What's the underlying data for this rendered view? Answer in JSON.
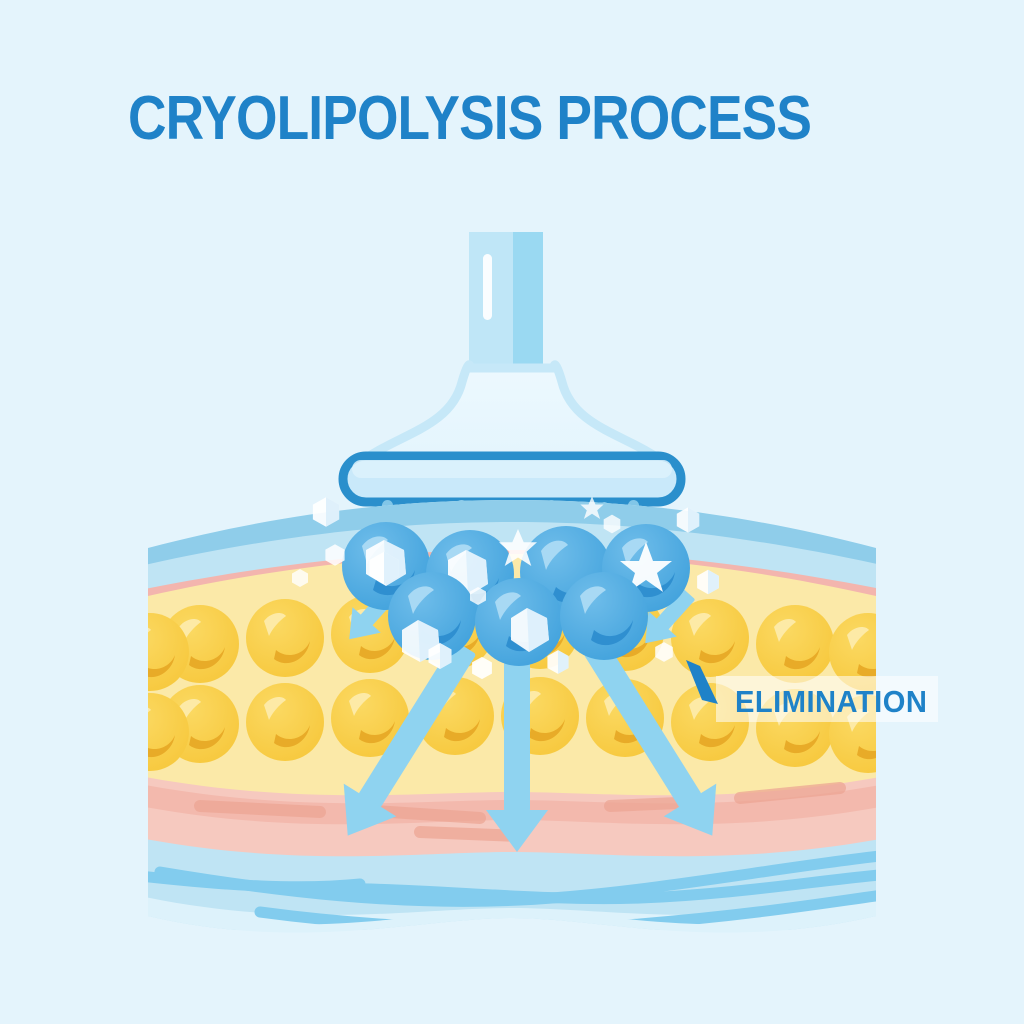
{
  "page": {
    "title": "CRYOLIPOLYSIS PROCESS",
    "background_color": "#e4f4fc",
    "title_color": "#1f82c8"
  },
  "annotations": {
    "elimination_label": "ELIMINATION",
    "elimination_label_color": "#1f82c8",
    "leader_line_color": "#1f82c8"
  },
  "diagram": {
    "device": {
      "name": "cryolipolysis-applicator",
      "handle_color_light": "#bfe6f7",
      "handle_color_dark": "#9ad9f2",
      "handle_highlight": "#ffffff",
      "bell_fill": "#eaf7fd",
      "bell_stroke": "#bfe4f6",
      "pad_fill": "#c9e9fa",
      "pad_stroke": "#2a8fcc"
    },
    "layers": [
      {
        "name": "epidermis",
        "color": "#8fcdea"
      },
      {
        "name": "sub-epidermis",
        "color": "#bfe4f4"
      },
      {
        "name": "dermis",
        "color": "#f3b5ae"
      },
      {
        "name": "subcutaneous-fat",
        "color": "#fbe9a8"
      },
      {
        "name": "muscle",
        "color": "#f6c9bf"
      },
      {
        "name": "lymphatic-vascular",
        "color": "#bfe4f4"
      }
    ],
    "fat_cells": {
      "name": "fat-cell",
      "fill": "#f9cf4e",
      "highlight": "#fde9a8",
      "shadow": "#e8ab28",
      "rows": 2,
      "per_row": 9
    },
    "frozen_cells": {
      "name": "frozen-fat-cell",
      "fill": "#52aee4",
      "highlight": "#a8d9f4",
      "shadow": "#2f8fd0",
      "count": 7
    },
    "ice_crystals": {
      "name": "ice-crystal",
      "fill": "#ffffff",
      "shade": "#dbeefb",
      "count": 14
    },
    "arrows": {
      "name": "elimination-arrow",
      "color": "#8fd3f0",
      "large_count": 3,
      "small_count": 2
    },
    "droplets": {
      "name": "cold-droplet",
      "color": "#9fd9f2",
      "count": 8
    }
  }
}
